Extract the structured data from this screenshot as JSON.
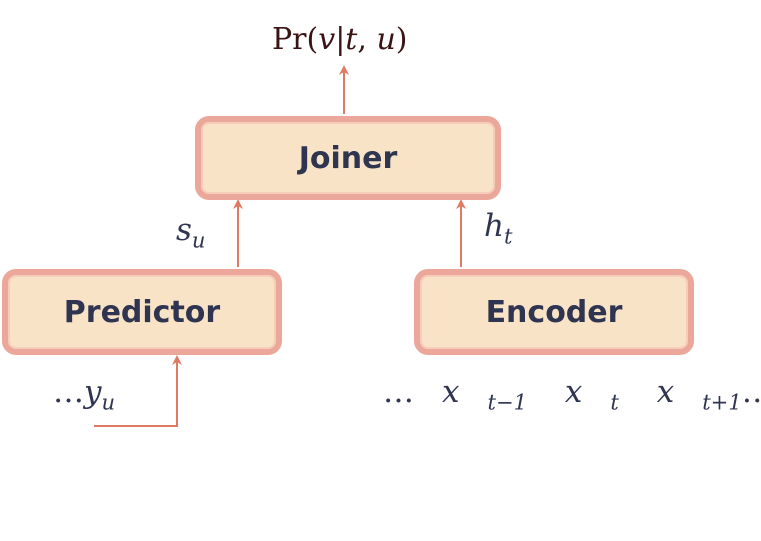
{
  "output_label": {
    "prefix": "Pr(",
    "v": "v",
    "bar": "|",
    "t": "t",
    "comma": ", ",
    "u": "u",
    "suffix": ")"
  },
  "boxes": {
    "joiner": "Joiner",
    "predictor": "Predictor",
    "encoder": "Encoder"
  },
  "edge_labels": {
    "predictor_to_joiner": {
      "base": "s",
      "sub": "u"
    },
    "encoder_to_joiner": {
      "base": "h",
      "sub": "t"
    }
  },
  "inputs": {
    "predictor": {
      "prefix": "…",
      "base": "y",
      "sub": "u"
    },
    "encoder": [
      {
        "prefix": "…",
        "base": "x",
        "sub": "t−1",
        "suffix": ""
      },
      {
        "prefix": "",
        "base": "x",
        "sub": "t",
        "suffix": ""
      },
      {
        "prefix": "",
        "base": "x",
        "sub": "t+1",
        "suffix": "…"
      }
    ]
  },
  "colors": {
    "arrow": "#e07a63",
    "box_fill": "#f8e3c6",
    "box_border": "#eba79a",
    "text": "#2f3550"
  }
}
